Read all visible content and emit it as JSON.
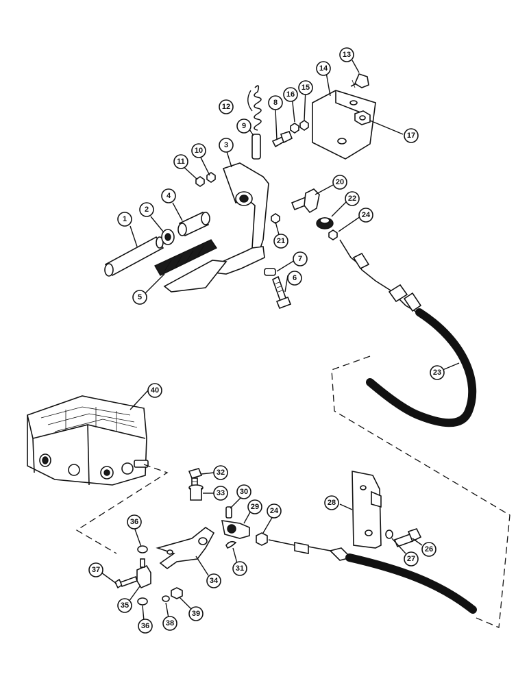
{
  "callouts": [
    {
      "n": "1"
    },
    {
      "n": "2"
    },
    {
      "n": "3"
    },
    {
      "n": "4"
    },
    {
      "n": "5"
    },
    {
      "n": "6"
    },
    {
      "n": "7"
    },
    {
      "n": "8"
    },
    {
      "n": "9"
    },
    {
      "n": "10"
    },
    {
      "n": "11"
    },
    {
      "n": "12"
    },
    {
      "n": "13"
    },
    {
      "n": "14"
    },
    {
      "n": "15"
    },
    {
      "n": "16"
    },
    {
      "n": "17"
    },
    {
      "n": "20"
    },
    {
      "n": "21"
    },
    {
      "n": "22"
    },
    {
      "n": "24"
    },
    {
      "n": "23"
    },
    {
      "n": "40"
    },
    {
      "n": "32"
    },
    {
      "n": "33"
    },
    {
      "n": "30"
    },
    {
      "n": "29"
    },
    {
      "n": "24"
    },
    {
      "n": "28"
    },
    {
      "n": "26"
    },
    {
      "n": "27"
    },
    {
      "n": "36"
    },
    {
      "n": "37"
    },
    {
      "n": "35"
    },
    {
      "n": "34"
    },
    {
      "n": "31"
    },
    {
      "n": "36"
    },
    {
      "n": "38"
    },
    {
      "n": "39"
    }
  ]
}
